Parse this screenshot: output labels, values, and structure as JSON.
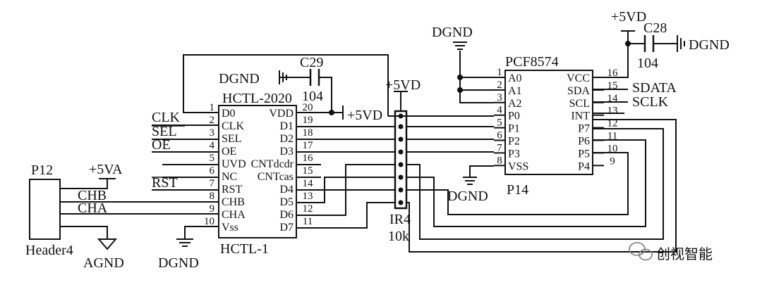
{
  "hctl": {
    "part_label": "HCTL-2020",
    "ref_label": "HCTL-1",
    "left_pins": [
      {
        "num": "1",
        "name": "D0"
      },
      {
        "num": "2",
        "name": "CLK"
      },
      {
        "num": "3",
        "name": "SEL"
      },
      {
        "num": "4",
        "name": "OE"
      },
      {
        "num": "5",
        "name": "UVD"
      },
      {
        "num": "6",
        "name": "NC"
      },
      {
        "num": "7",
        "name": "RST"
      },
      {
        "num": "8",
        "name": "CHB"
      },
      {
        "num": "9",
        "name": "CHA"
      },
      {
        "num": "10",
        "name": "Vss"
      }
    ],
    "right_pins": [
      {
        "num": "20",
        "name": "VDD"
      },
      {
        "num": "19",
        "name": "D1"
      },
      {
        "num": "18",
        "name": "D2"
      },
      {
        "num": "17",
        "name": "D3"
      },
      {
        "num": "16",
        "name": "CNTdcdr"
      },
      {
        "num": "15",
        "name": "CNTcas"
      },
      {
        "num": "14",
        "name": "D4"
      },
      {
        "num": "13",
        "name": "D5"
      },
      {
        "num": "12",
        "name": "D6"
      },
      {
        "num": "11",
        "name": "D7"
      }
    ],
    "nets": {
      "clk": "CLK",
      "sel": "SEL",
      "oe": "OE",
      "rst": "RST"
    }
  },
  "pcf": {
    "part_label": "PCF8574",
    "ref_label": "P14",
    "left_pins": [
      {
        "num": "1",
        "name": "A0"
      },
      {
        "num": "2",
        "name": "A1"
      },
      {
        "num": "3",
        "name": "A2"
      },
      {
        "num": "4",
        "name": "P0"
      },
      {
        "num": "5",
        "name": "P1"
      },
      {
        "num": "6",
        "name": "P2"
      },
      {
        "num": "7",
        "name": "P3"
      },
      {
        "num": "8",
        "name": "VSS"
      }
    ],
    "right_pins": [
      {
        "num": "16",
        "name": "VCC"
      },
      {
        "num": "15",
        "name": "SDA"
      },
      {
        "num": "14",
        "name": "SCL"
      },
      {
        "num": "13",
        "name": "INT"
      },
      {
        "num": "12",
        "name": "P7"
      },
      {
        "num": "11",
        "name": "P6"
      },
      {
        "num": "10",
        "name": "P5"
      },
      {
        "num": "9",
        "name": "P4"
      }
    ],
    "nets": {
      "sda": "SDATA",
      "scl": "SCLK"
    }
  },
  "header": {
    "ref": "P12",
    "part": "Header4",
    "nets": {
      "chb": "CHB",
      "cha": "CHA"
    }
  },
  "resistor": {
    "ref": "IR4",
    "value": "10k"
  },
  "caps": {
    "c29": {
      "ref": "C29",
      "value": "104"
    },
    "c28": {
      "ref": "C28",
      "value": "104"
    }
  },
  "power": {
    "dgnd": "DGND",
    "agnd": "AGND",
    "plus5vd": "+5VD",
    "plus5va": "+5VA"
  },
  "watermark": {
    "text": "创视智能"
  }
}
